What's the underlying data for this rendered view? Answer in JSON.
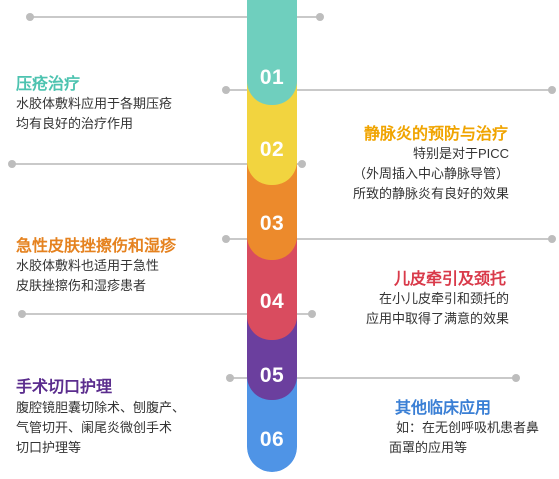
{
  "steps": [
    {
      "number": "01",
      "color": "#6fcfbe",
      "title": "压疮治疗",
      "title_color": "#4dc3b0",
      "lines": [
        "水胶体敷料应用于各期压疮",
        "均有良好的治疗作用"
      ]
    },
    {
      "number": "02",
      "color": "#f2d43f",
      "title": "静脉炎的预防与治疗",
      "title_color": "#f0a400",
      "lines": [
        "特别是对于PICC",
        "（外周插入中心静脉导管）",
        "所致的静脉炎有良好的效果"
      ]
    },
    {
      "number": "03",
      "color": "#ec8a2c",
      "title": "急性皮肤挫擦伤和湿疹",
      "title_color": "#e5821f",
      "lines": [
        "水胶体敷料也适用于急性",
        "皮肤挫擦伤和湿疹患者"
      ]
    },
    {
      "number": "04",
      "color": "#d94c5f",
      "title": "儿皮牵引及颈托",
      "title_color": "#d93a4a",
      "lines": [
        "在小儿皮牵引和颈托的",
        "应用中取得了满意的效果"
      ]
    },
    {
      "number": "05",
      "color": "#6b3f9e",
      "title": "手术切口护理",
      "title_color": "#5b2d8e",
      "lines": [
        "腹腔镜胆囊切除术、刨腹产、",
        "气管切开、阑尾炎微创手术",
        "切口护理等"
      ]
    },
    {
      "number": "06",
      "color": "#4f94e6",
      "title": "其他临床应用",
      "title_color": "#3a7fd5",
      "lines": [
        "如：在无创呼吸机患者鼻",
        "面罩的应用等"
      ]
    }
  ]
}
